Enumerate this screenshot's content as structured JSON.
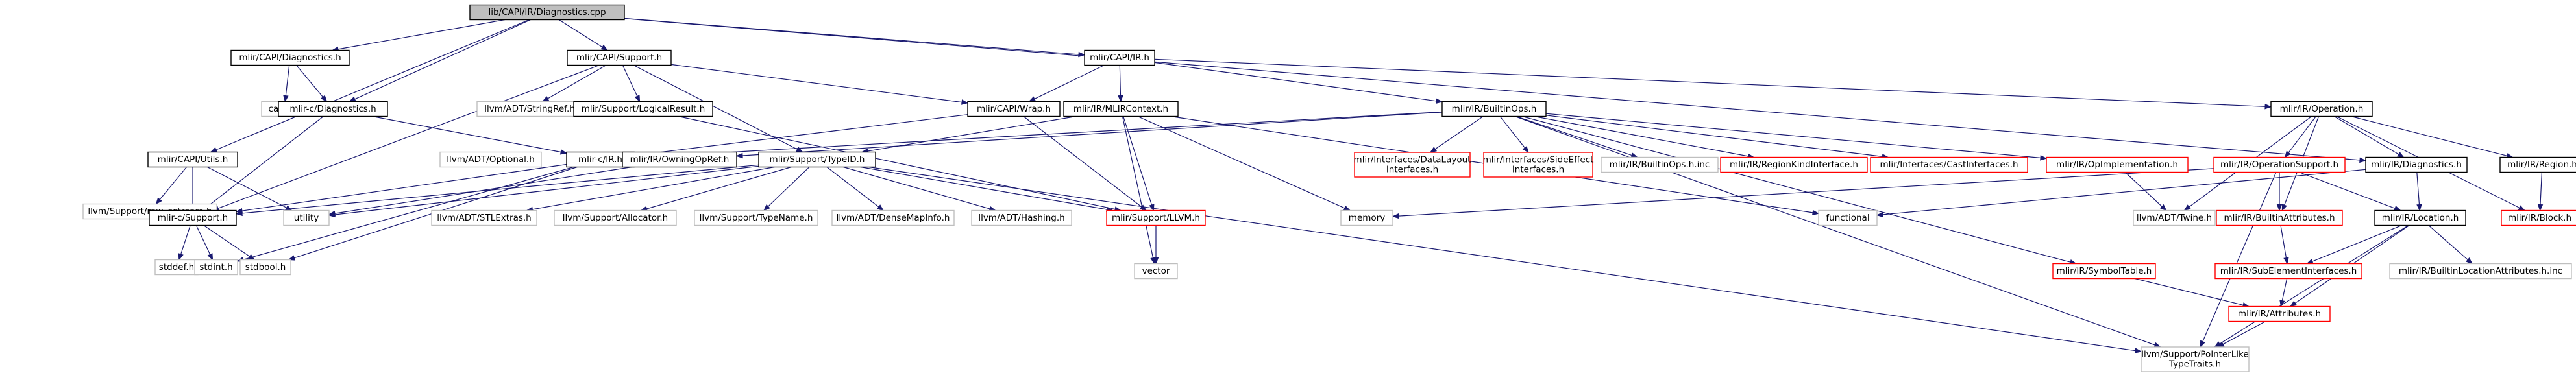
{
  "colors": {
    "edge": "#191970",
    "root_fill": "#bfbfbf",
    "node_fill": "#ffffff",
    "documented_border": "#000000",
    "undocumented_border": "#ff0000",
    "external_border": "#bfbfbf"
  },
  "nodes": [
    {
      "id": "root",
      "lines": [
        "lib/CAPI/IR/Diagnostics.cpp"
      ],
      "kind": "root"
    },
    {
      "id": "capi_diag",
      "lines": [
        "mlir/CAPI/Diagnostics.h"
      ],
      "kind": "documented"
    },
    {
      "id": "capi_support",
      "lines": [
        "mlir/CAPI/Support.h"
      ],
      "kind": "documented"
    },
    {
      "id": "capi_ir",
      "lines": [
        "mlir/CAPI/IR.h"
      ],
      "kind": "documented"
    },
    {
      "id": "capi_utils",
      "lines": [
        "mlir/CAPI/Utils.h"
      ],
      "kind": "documented"
    },
    {
      "id": "cassert",
      "lines": [
        "cassert"
      ],
      "kind": "external"
    },
    {
      "id": "mlirc_diag",
      "lines": [
        "mlir-c/Diagnostics.h"
      ],
      "kind": "documented"
    },
    {
      "id": "stringref",
      "lines": [
        "llvm/ADT/StringRef.h"
      ],
      "kind": "external"
    },
    {
      "id": "logicalresult",
      "lines": [
        "mlir/Support/LogicalResult.h"
      ],
      "kind": "documented"
    },
    {
      "id": "capi_wrap",
      "lines": [
        "mlir/CAPI/Wrap.h"
      ],
      "kind": "documented"
    },
    {
      "id": "mlircontext",
      "lines": [
        "mlir/IR/MLIRContext.h"
      ],
      "kind": "documented"
    },
    {
      "id": "builtinops",
      "lines": [
        "mlir/IR/BuiltinOps.h"
      ],
      "kind": "documented"
    },
    {
      "id": "operation",
      "lines": [
        "mlir/IR/Operation.h"
      ],
      "kind": "documented"
    },
    {
      "id": "raw_ostream",
      "lines": [
        "llvm/Support/raw_ostream.h"
      ],
      "kind": "external"
    },
    {
      "id": "optional",
      "lines": [
        "llvm/ADT/Optional.h"
      ],
      "kind": "external"
    },
    {
      "id": "mlirc_ir",
      "lines": [
        "mlir-c/IR.h"
      ],
      "kind": "documented"
    },
    {
      "id": "owningopref",
      "lines": [
        "mlir/IR/OwningOpRef.h"
      ],
      "kind": "documented"
    },
    {
      "id": "typeid",
      "lines": [
        "mlir/Support/TypeID.h"
      ],
      "kind": "documented"
    },
    {
      "id": "dli",
      "lines": [
        "mlir/Interfaces/DataLayout",
        "Interfaces.h"
      ],
      "kind": "undocumented"
    },
    {
      "id": "sei",
      "lines": [
        "mlir/Interfaces/SideEffect",
        "Interfaces.h"
      ],
      "kind": "undocumented"
    },
    {
      "id": "builtinops_inc",
      "lines": [
        "mlir/IR/BuiltinOps.h.inc"
      ],
      "kind": "external"
    },
    {
      "id": "regionkind",
      "lines": [
        "mlir/IR/RegionKindInterface.h"
      ],
      "kind": "undocumented"
    },
    {
      "id": "castif",
      "lines": [
        "mlir/Interfaces/CastInterfaces.h"
      ],
      "kind": "undocumented"
    },
    {
      "id": "opimpl",
      "lines": [
        "mlir/IR/OpImplementation.h"
      ],
      "kind": "undocumented"
    },
    {
      "id": "opsupport",
      "lines": [
        "mlir/IR/OperationSupport.h"
      ],
      "kind": "undocumented"
    },
    {
      "id": "ir_diag",
      "lines": [
        "mlir/IR/Diagnostics.h"
      ],
      "kind": "documented"
    },
    {
      "id": "region",
      "lines": [
        "mlir/IR/Region.h"
      ],
      "kind": "documented"
    },
    {
      "id": "mlirc_support",
      "lines": [
        "mlir-c/Support.h"
      ],
      "kind": "documented"
    },
    {
      "id": "utility",
      "lines": [
        "utility"
      ],
      "kind": "external"
    },
    {
      "id": "stlextras",
      "lines": [
        "llvm/ADT/STLExtras.h"
      ],
      "kind": "external"
    },
    {
      "id": "allocator",
      "lines": [
        "llvm/Support/Allocator.h"
      ],
      "kind": "external"
    },
    {
      "id": "typename",
      "lines": [
        "llvm/Support/TypeName.h"
      ],
      "kind": "external"
    },
    {
      "id": "densemapinfo",
      "lines": [
        "llvm/ADT/DenseMapInfo.h"
      ],
      "kind": "external"
    },
    {
      "id": "hashing",
      "lines": [
        "llvm/ADT/Hashing.h"
      ],
      "kind": "external"
    },
    {
      "id": "support_llvm",
      "lines": [
        "mlir/Support/LLVM.h"
      ],
      "kind": "undocumented"
    },
    {
      "id": "memory",
      "lines": [
        "memory"
      ],
      "kind": "external"
    },
    {
      "id": "functional",
      "lines": [
        "functional"
      ],
      "kind": "external"
    },
    {
      "id": "twine",
      "lines": [
        "llvm/ADT/Twine.h"
      ],
      "kind": "external"
    },
    {
      "id": "builtinattrs",
      "lines": [
        "mlir/IR/BuiltinAttributes.h"
      ],
      "kind": "undocumented"
    },
    {
      "id": "location",
      "lines": [
        "mlir/IR/Location.h"
      ],
      "kind": "documented"
    },
    {
      "id": "block",
      "lines": [
        "mlir/IR/Block.h"
      ],
      "kind": "undocumented"
    },
    {
      "id": "stddef",
      "lines": [
        "stddef.h"
      ],
      "kind": "external"
    },
    {
      "id": "stdint",
      "lines": [
        "stdint.h"
      ],
      "kind": "external"
    },
    {
      "id": "stdbool",
      "lines": [
        "stdbool.h"
      ],
      "kind": "external"
    },
    {
      "id": "vector",
      "lines": [
        "vector"
      ],
      "kind": "external"
    },
    {
      "id": "symboltable",
      "lines": [
        "mlir/IR/SymbolTable.h"
      ],
      "kind": "undocumented"
    },
    {
      "id": "subelem",
      "lines": [
        "mlir/IR/SubElementInterfaces.h"
      ],
      "kind": "undocumented"
    },
    {
      "id": "builtinlocattrs",
      "lines": [
        "mlir/IR/BuiltinLocationAttributes.h.inc"
      ],
      "kind": "external"
    },
    {
      "id": "attributes",
      "lines": [
        "mlir/IR/Attributes.h"
      ],
      "kind": "undocumented"
    },
    {
      "id": "pointerlike",
      "lines": [
        "llvm/Support/PointerLike",
        "TypeTraits.h"
      ],
      "kind": "external"
    }
  ],
  "edges": [
    [
      "root",
      "capi_diag"
    ],
    [
      "root",
      "capi_support"
    ],
    [
      "root",
      "capi_ir"
    ],
    [
      "root",
      "capi_utils"
    ],
    [
      "root",
      "mlirc_diag"
    ],
    [
      "root",
      "ir_diag"
    ],
    [
      "capi_diag",
      "cassert"
    ],
    [
      "capi_diag",
      "mlirc_diag"
    ],
    [
      "mlirc_diag",
      "mlirc_ir"
    ],
    [
      "mlirc_diag",
      "mlirc_support"
    ],
    [
      "capi_support",
      "stringref"
    ],
    [
      "capi_support",
      "logicalresult"
    ],
    [
      "capi_support",
      "capi_wrap"
    ],
    [
      "capi_support",
      "typeid"
    ],
    [
      "capi_support",
      "mlirc_support"
    ],
    [
      "logicalresult",
      "support_llvm"
    ],
    [
      "capi_ir",
      "capi_wrap"
    ],
    [
      "capi_ir",
      "mlircontext"
    ],
    [
      "capi_ir",
      "builtinops"
    ],
    [
      "capi_ir",
      "operation"
    ],
    [
      "capi_wrap",
      "mlirc_ir"
    ],
    [
      "capi_wrap",
      "support_llvm"
    ],
    [
      "capi_utils",
      "raw_ostream"
    ],
    [
      "capi_utils",
      "mlirc_support"
    ],
    [
      "capi_utils",
      "utility"
    ],
    [
      "mlirc_ir",
      "mlirc_support"
    ],
    [
      "mlirc_ir",
      "stdint"
    ],
    [
      "mlirc_ir",
      "stdbool"
    ],
    [
      "mlircontext",
      "typeid"
    ],
    [
      "mlircontext",
      "support_llvm"
    ],
    [
      "mlircontext",
      "memory"
    ],
    [
      "mlircontext",
      "functional"
    ],
    [
      "mlircontext",
      "vector"
    ],
    [
      "builtinops",
      "owningopref"
    ],
    [
      "builtinops",
      "mlirc_ir"
    ],
    [
      "builtinops",
      "dli"
    ],
    [
      "builtinops",
      "sei"
    ],
    [
      "builtinops",
      "builtinops_inc"
    ],
    [
      "builtinops",
      "regionkind"
    ],
    [
      "builtinops",
      "castif"
    ],
    [
      "builtinops",
      "opimpl"
    ],
    [
      "builtinops",
      "symboltable"
    ],
    [
      "builtinops",
      "pointerlike"
    ],
    [
      "owningopref",
      "utility"
    ],
    [
      "typeid",
      "mlirc_support"
    ],
    [
      "typeid",
      "utility"
    ],
    [
      "typeid",
      "stlextras"
    ],
    [
      "typeid",
      "allocator"
    ],
    [
      "typeid",
      "typename"
    ],
    [
      "typeid",
      "densemapinfo"
    ],
    [
      "typeid",
      "hashing"
    ],
    [
      "typeid",
      "support_llvm"
    ],
    [
      "typeid",
      "pointerlike"
    ],
    [
      "support_llvm",
      "vector"
    ],
    [
      "mlirc_support",
      "stddef"
    ],
    [
      "mlirc_support",
      "stdint"
    ],
    [
      "mlirc_support",
      "stdbool"
    ],
    [
      "opimpl",
      "twine"
    ],
    [
      "operation",
      "opsupport"
    ],
    [
      "operation",
      "ir_diag"
    ],
    [
      "operation",
      "region"
    ],
    [
      "operation",
      "block"
    ],
    [
      "operation",
      "builtinattrs"
    ],
    [
      "operation",
      "twine"
    ],
    [
      "opsupport",
      "memory"
    ],
    [
      "opsupport",
      "builtinattrs"
    ],
    [
      "opsupport",
      "location"
    ],
    [
      "opsupport",
      "pointerlike"
    ],
    [
      "ir_diag",
      "location"
    ],
    [
      "ir_diag",
      "functional"
    ],
    [
      "region",
      "block"
    ],
    [
      "builtinattrs",
      "subelem"
    ],
    [
      "location",
      "subelem"
    ],
    [
      "location",
      "builtinlocattrs"
    ],
    [
      "location",
      "attributes"
    ],
    [
      "location",
      "pointerlike"
    ],
    [
      "subelem",
      "attributes"
    ],
    [
      "attributes",
      "pointerlike"
    ],
    [
      "symboltable",
      "attributes"
    ]
  ]
}
